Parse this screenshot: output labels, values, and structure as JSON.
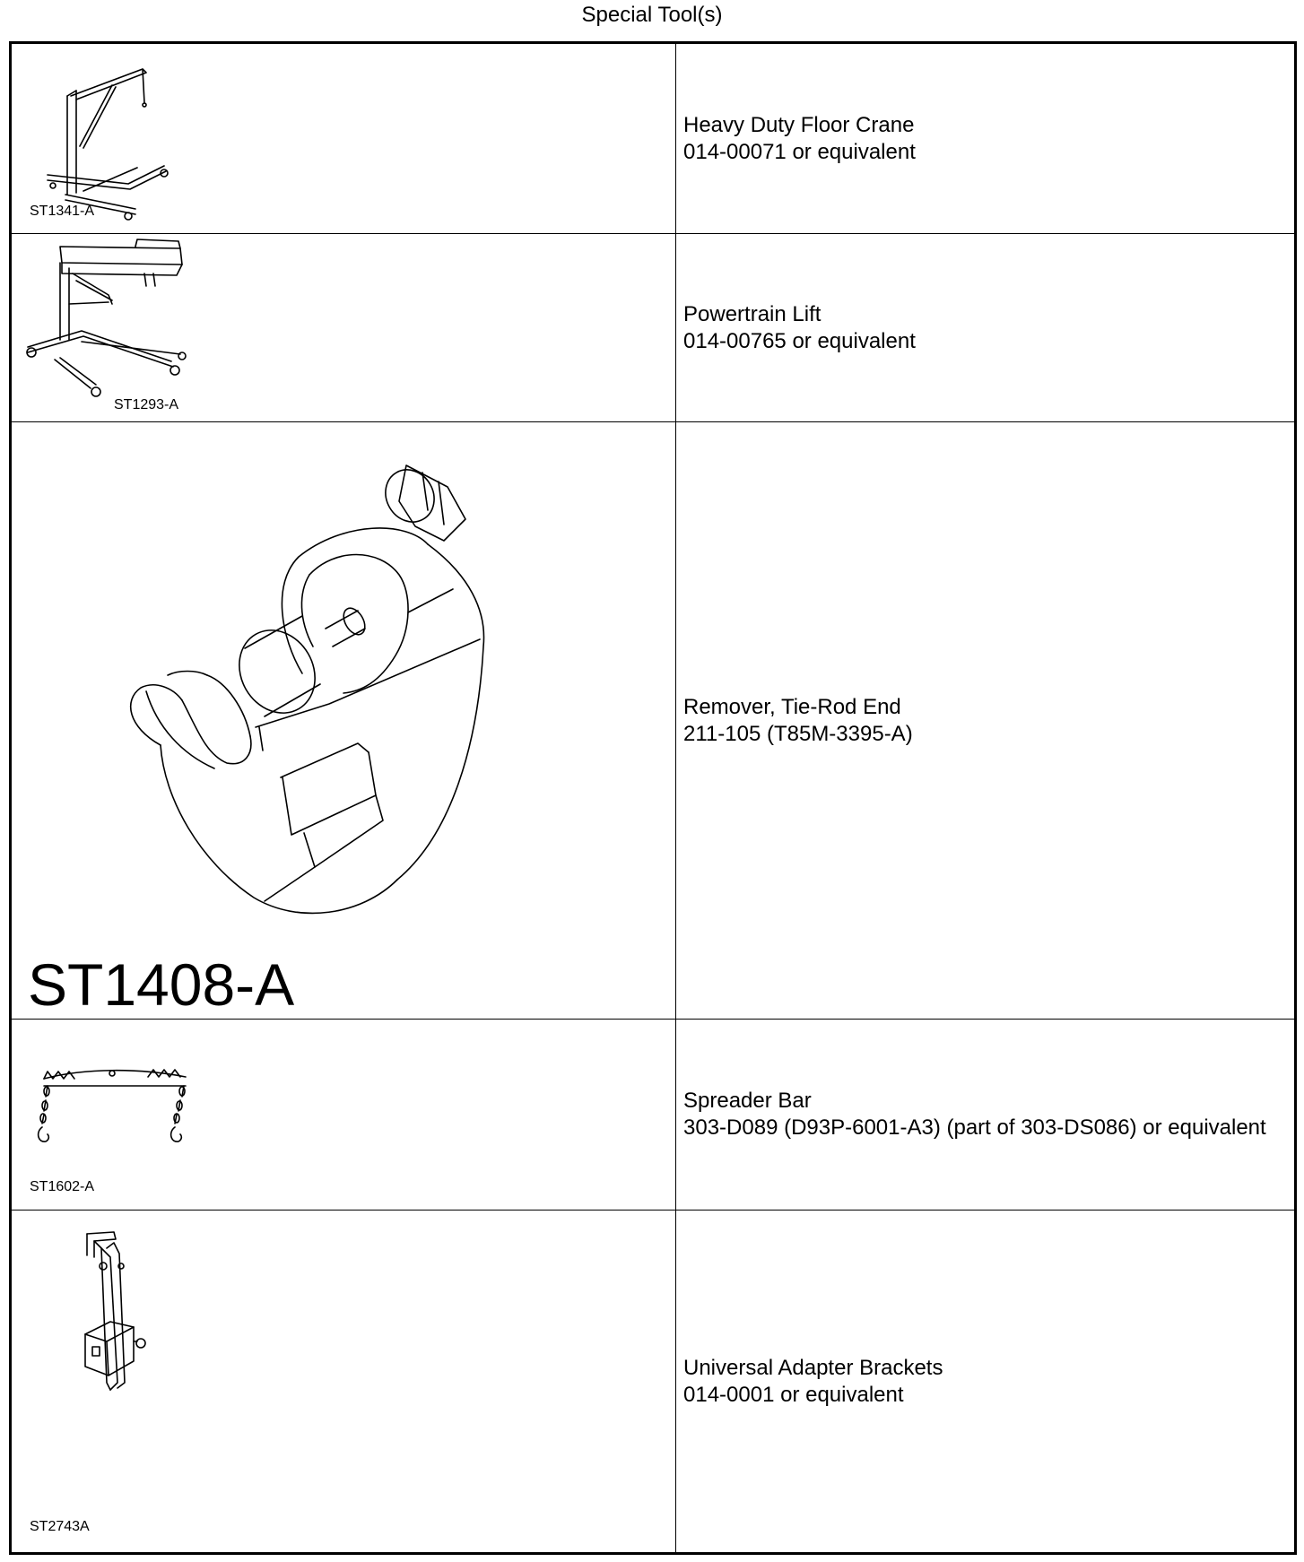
{
  "page_title": "Special Tool(s)",
  "tools": [
    {
      "code": "ST1341-A",
      "icon": "floor-crane-icon",
      "name": "Heavy Duty Floor Crane",
      "part": "014-00071 or equivalent"
    },
    {
      "code": "ST1293-A",
      "icon": "powertrain-lift-icon",
      "name": "Powertrain Lift",
      "part": "014-00765 or equivalent"
    },
    {
      "code": "ST1408-A",
      "icon": "tie-rod-remover-icon",
      "name": "Remover, Tie-Rod End",
      "part": "211-105 (T85M-3395-A)"
    },
    {
      "code": "ST1602-A",
      "icon": "spreader-bar-icon",
      "name": "Spreader Bar",
      "part": "303-D089 (D93P-6001-A3) (part of 303-DS086) or equivalent"
    },
    {
      "code": "ST2743A",
      "icon": "adapter-bracket-icon",
      "name": "Universal Adapter Brackets",
      "part": "014-0001 or equivalent"
    }
  ]
}
